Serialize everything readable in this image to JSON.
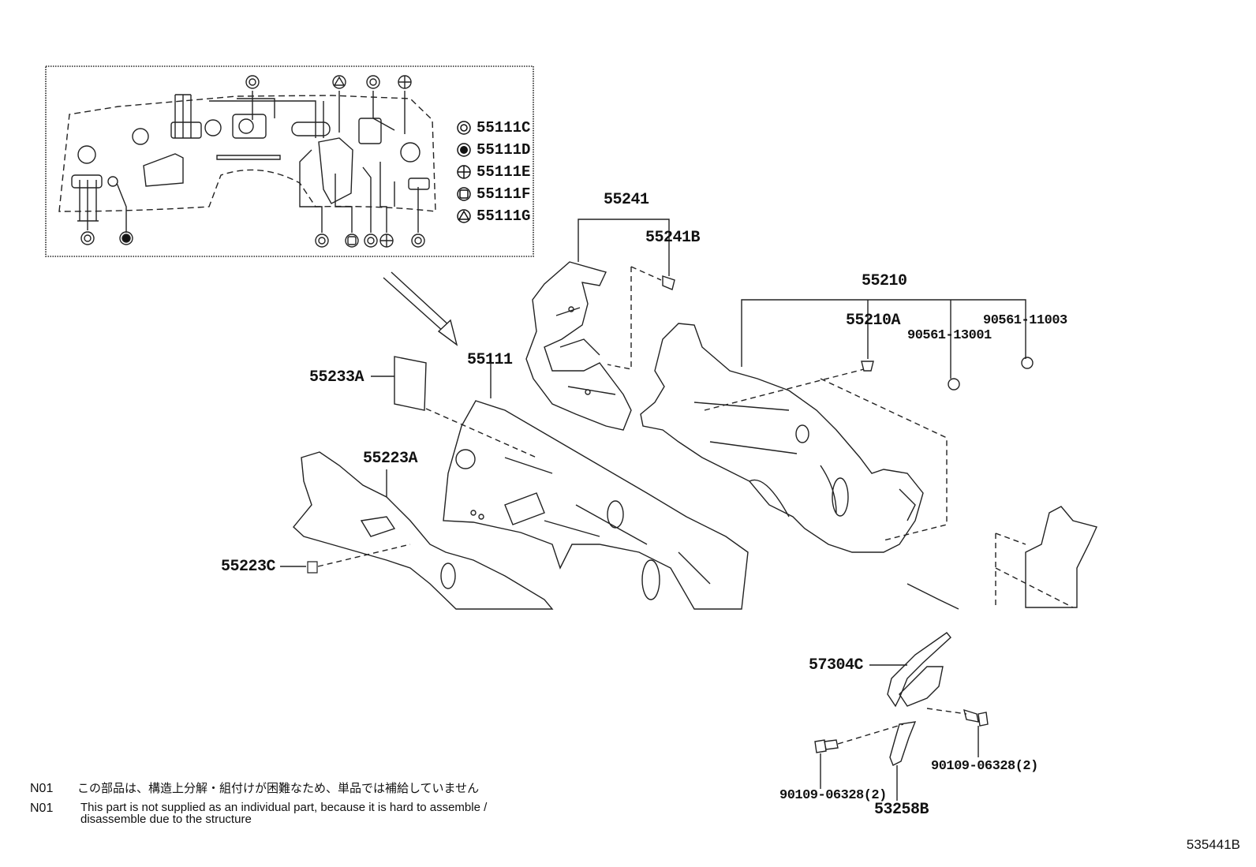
{
  "legend": [
    {
      "symbol": "double-circle-icon",
      "code": "55111C"
    },
    {
      "symbol": "filled-circle-icon",
      "code": "55111D"
    },
    {
      "symbol": "crossed-circle-icon",
      "code": "55111E"
    },
    {
      "symbol": "rounded-square-icon",
      "code": "55111F"
    },
    {
      "symbol": "triangle-circle-icon",
      "code": "55111G"
    }
  ],
  "parts": {
    "p55241": "55241",
    "p55241B": "55241B",
    "p55210": "55210",
    "p55210A": "55210A",
    "p90561_13001": "90561-13001",
    "p90561_11003": "90561-11003",
    "p55111": "55111",
    "p55233A": "55233A",
    "p55223A": "55223A",
    "p55223C": "55223C",
    "p57304C": "57304C",
    "p90109_left": "90109-06328(2)",
    "p90109_right": "90109-06328(2)",
    "p53258B": "53258B"
  },
  "notes": [
    {
      "code": "N01",
      "text": "この部品は、構造上分解・組付けが困難なため、単品では補給していません"
    },
    {
      "code": "N01",
      "text_line1": "This part is not supplied as an individual part, because it is hard to assemble /",
      "text_line2": "disassemble due to the structure"
    }
  ],
  "figure_id": "535441B"
}
